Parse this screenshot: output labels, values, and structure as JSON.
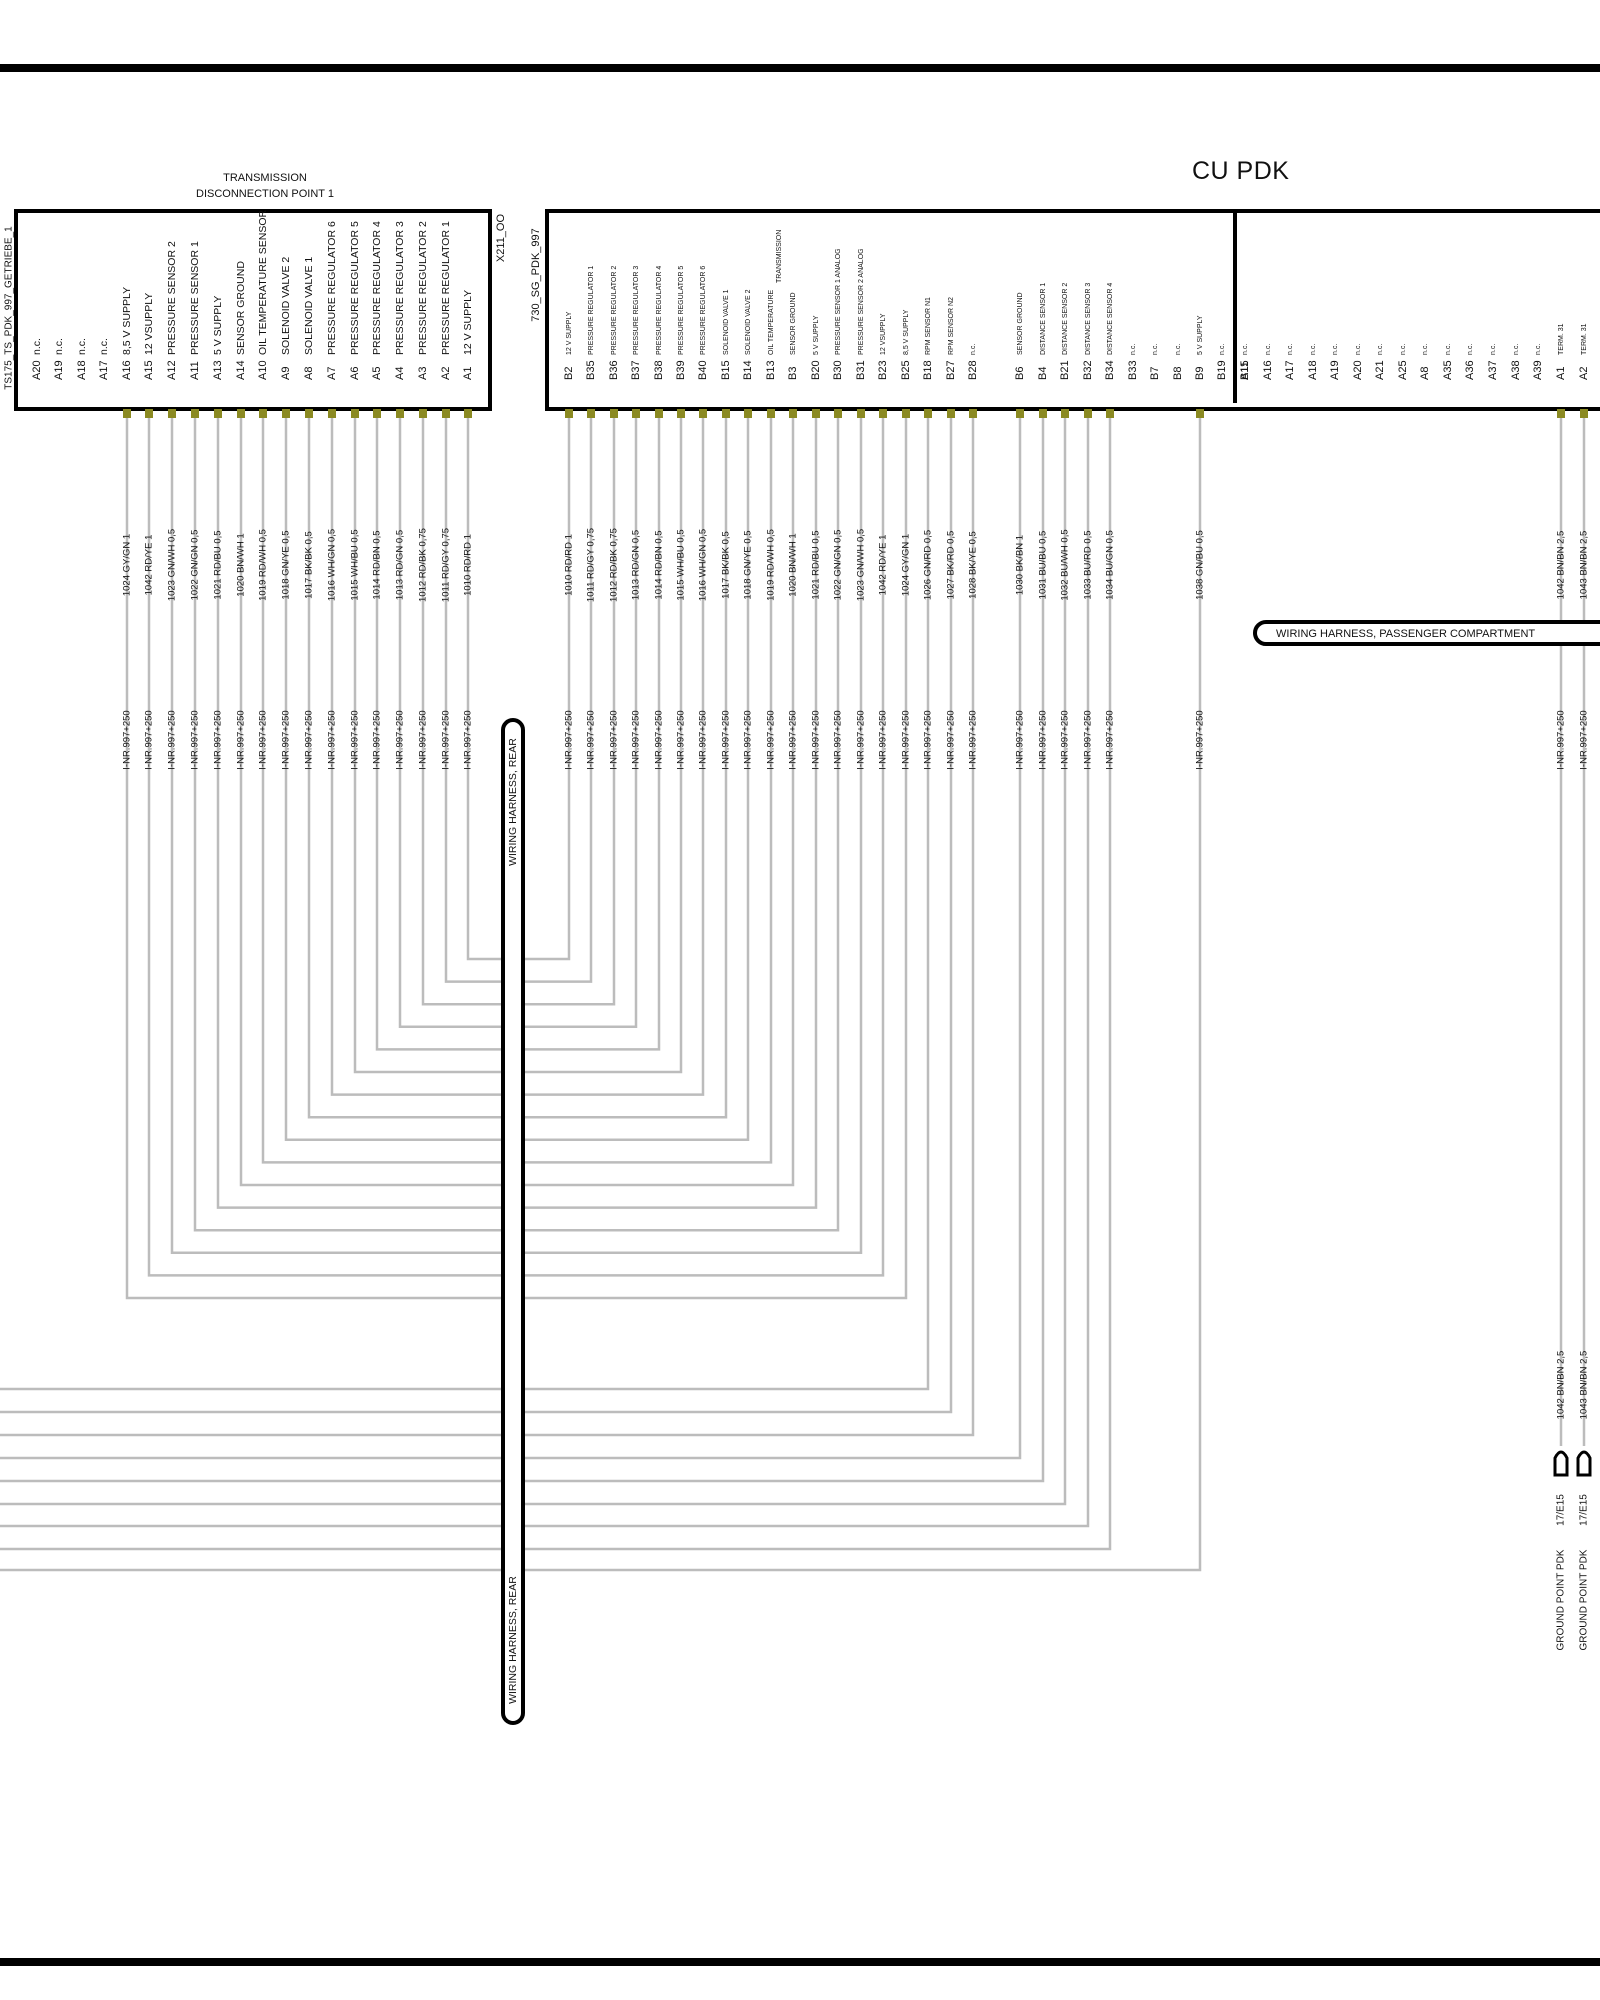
{
  "connector_left": {
    "header_line1": "TRANSMISSION",
    "header_line2": "DISCONNECTION POINT 1",
    "side_label": "TS175_TS_PDK_997_GETRIEBE_1",
    "right_label": "X211_OO",
    "pins": [
      {
        "pin": "A20",
        "function": "n.c.",
        "wire": "",
        "code": ""
      },
      {
        "pin": "A19",
        "function": "n.c.",
        "wire": "",
        "code": ""
      },
      {
        "pin": "A18",
        "function": "n.c.",
        "wire": "",
        "code": ""
      },
      {
        "pin": "A17",
        "function": "n.c.",
        "wire": "",
        "code": ""
      },
      {
        "pin": "A16",
        "function": "8,5 V SUPPLY",
        "wire": "1024 GY/GN 1",
        "code": "I-NR.997+250"
      },
      {
        "pin": "A15",
        "function": "12 VSUPPLY",
        "wire": "1042 RD/YE 1",
        "code": "I-NR.997+250"
      },
      {
        "pin": "A12",
        "function": "PRESSURE SENSOR 2",
        "wire": "1023 GN/WH 0,5",
        "code": "I-NR.997+250"
      },
      {
        "pin": "A11",
        "function": "PRESSURE SENSOR 1",
        "wire": "1022 GN/GN 0,5",
        "code": "I-NR.997+250"
      },
      {
        "pin": "A13",
        "function": "5 V SUPPLY",
        "wire": "1021 RD/BU 0,5",
        "code": "I-NR.997+250"
      },
      {
        "pin": "A14",
        "function": "SENSOR GROUND",
        "wire": "1020 BN/WH 1",
        "code": "I-NR.997+250"
      },
      {
        "pin": "A10",
        "function": "OIL TEMPERATURE SENSOR",
        "wire": "1019 RD/WH 0,5",
        "code": "I-NR.997+250"
      },
      {
        "pin": "A9",
        "function": "SOLENOID VALVE 2",
        "wire": "1018 GN/YE 0,5",
        "code": "I-NR.997+250"
      },
      {
        "pin": "A8",
        "function": "SOLENOID VALVE 1",
        "wire": "1017 BK/BK 0,5",
        "code": "I-NR.997+250"
      },
      {
        "pin": "A7",
        "function": "PRESSURE REGULATOR 6",
        "wire": "1016 WH/GN 0,5",
        "code": "I-NR.997+250"
      },
      {
        "pin": "A6",
        "function": "PRESSURE REGULATOR 5",
        "wire": "1015 WH/BU 0,5",
        "code": "I-NR.997+250"
      },
      {
        "pin": "A5",
        "function": "PRESSURE REGULATOR 4",
        "wire": "1014 RD/BN 0,5",
        "code": "I-NR.997+250"
      },
      {
        "pin": "A4",
        "function": "PRESSURE REGULATOR 3",
        "wire": "1013 RD/GN 0,5",
        "code": "I-NR.997+250"
      },
      {
        "pin": "A3",
        "function": "PRESSURE REGULATOR 2",
        "wire": "1012 RD/BK 0,75",
        "code": "I-NR.997+250"
      },
      {
        "pin": "A2",
        "function": "PRESSURE REGULATOR 1",
        "wire": "1011 RD/GY 0,75",
        "code": "I-NR.997+250"
      },
      {
        "pin": "A1",
        "function": "12 V SUPPLY",
        "wire": "1010 RD/RD 1",
        "code": "I-NR.997+250"
      }
    ]
  },
  "harness_rear": {
    "label_top": "WIRING HARNESS, REAR",
    "label_bottom": "WIRING HARNESS, REAR"
  },
  "cu_pdk": {
    "title": "CU PDK",
    "side_label": "730_SG_PDK_997",
    "pins_b": [
      {
        "pin": "B2",
        "function": "12 V SUPPLY",
        "wire": "1010 RD/RD 1",
        "code": "I-NR.997+250"
      },
      {
        "pin": "B35",
        "function": "PRESSURE REGULATOR 1",
        "wire": "1011 RD/GY 0,75",
        "code": "I-NR.997+250"
      },
      {
        "pin": "B36",
        "function": "PRESSURE REGULATOR 2",
        "wire": "1012 RD/BK 0,75",
        "code": "I-NR.997+250"
      },
      {
        "pin": "B37",
        "function": "PRESSURE REGULATOR 3",
        "wire": "1013 RD/GN 0,5",
        "code": "I-NR.997+250"
      },
      {
        "pin": "B38",
        "function": "PRESSURE REGULATOR 4",
        "wire": "1014 RD/BN 0,5",
        "code": "I-NR.997+250"
      },
      {
        "pin": "B39",
        "function": "PRESSURE REGULATOR 5",
        "wire": "1015 WH/BU 0,5",
        "code": "I-NR.997+250"
      },
      {
        "pin": "B40",
        "function": "PRESSURE REGULATOR 6",
        "wire": "1016 WH/GN 0,5",
        "code": "I-NR.997+250"
      },
      {
        "pin": "B15",
        "function": "SOLENOID VALVE 1",
        "wire": "1017 BK/BK 0,5",
        "code": "I-NR.997+250"
      },
      {
        "pin": "B14",
        "function": "SOLENOID VALVE 2",
        "wire": "1018 GN/YE 0,5",
        "code": "I-NR.997+250"
      },
      {
        "pin": "B13",
        "function": "OIL TEMPERATURE",
        "function2": "TRANSMISSION",
        "wire": "1019 RD/WH 0,5",
        "code": "I-NR.997+250"
      },
      {
        "pin": "B3",
        "function": "SENSOR GROUND",
        "wire": "1020 BN/WH 1",
        "code": "I-NR.997+250"
      },
      {
        "pin": "B20",
        "function": "5 V SUPPLY",
        "wire": "1021 RD/BU 0,5",
        "code": "I-NR.997+250"
      },
      {
        "pin": "B30",
        "function": "PRESSURE SENSOR 1 ANALOG",
        "wire": "1022 GN/GN 0,5",
        "code": "I-NR.997+250"
      },
      {
        "pin": "B31",
        "function": "PRESSURE SENSOR 2 ANALOG",
        "wire": "1023 GN/WH 0,5",
        "code": "I-NR.997+250"
      },
      {
        "pin": "B23",
        "function": "12 VSUPPLY",
        "wire": "1042 RD/YE 1",
        "code": "I-NR.997+250"
      },
      {
        "pin": "B25",
        "function": "8,5 V SUPPLY",
        "wire": "1024 GY/GN 1",
        "code": "I-NR.997+250"
      },
      {
        "pin": "B18",
        "function": "RPM SENSOR N1",
        "wire": "1026 GN/RD 0,5",
        "code": "I-NR.997+250"
      },
      {
        "pin": "B27",
        "function": "RPM SENSOR N2",
        "wire": "1027 BK/RD 0,5",
        "code": "I-NR.997+250"
      },
      {
        "pin": "B28",
        "function": "n.c.",
        "wire": "1028 BK/YE 0,5",
        "code": "I-NR.997+250"
      },
      {
        "pin": "B6",
        "function": "SENSOR GROUND",
        "wire": "1030 BK/BN 1",
        "code": "I-NR.997+250"
      },
      {
        "pin": "B4",
        "function": "DISTANCE SENSOR 1",
        "wire": "1031 BU/BU 0,5",
        "code": "I-NR.997+250"
      },
      {
        "pin": "B21",
        "function": "DISTANCE SENSOR 2",
        "wire": "1032 BU/WH 0,5",
        "code": "I-NR.997+250"
      },
      {
        "pin": "B32",
        "function": "DISTANCE SENSOR 3",
        "wire": "1033 BU/RD 0,5",
        "code": "I-NR.997+250"
      },
      {
        "pin": "B34",
        "function": "DISTANCE SENSOR 4",
        "wire": "1034 BU/GN 0,5",
        "code": "I-NR.997+250"
      },
      {
        "pin": "B33",
        "function": "n.c.",
        "wire": "",
        "code": ""
      },
      {
        "pin": "B7",
        "function": "n.c.",
        "wire": "",
        "code": ""
      },
      {
        "pin": "B8",
        "function": "n.c.",
        "wire": "",
        "code": ""
      },
      {
        "pin": "B9",
        "function": "5 V SUPPLY",
        "wire": "1038 GN/BU 0,5",
        "code": "I-NR.997+250"
      },
      {
        "pin": "B19",
        "function": "n.c.",
        "wire": "",
        "code": ""
      },
      {
        "pin": "B11",
        "function": "",
        "wire": "",
        "code": ""
      }
    ],
    "pins_a": [
      {
        "pin": "A15",
        "function": "n.c.",
        "wire": "",
        "code": ""
      },
      {
        "pin": "A16",
        "function": "n.c.",
        "wire": "",
        "code": ""
      },
      {
        "pin": "A17",
        "function": "n.c.",
        "wire": "",
        "code": ""
      },
      {
        "pin": "A18",
        "function": "n.c.",
        "wire": "",
        "code": ""
      },
      {
        "pin": "A19",
        "function": "n.c.",
        "wire": "",
        "code": ""
      },
      {
        "pin": "A20",
        "function": "n.c.",
        "wire": "",
        "code": ""
      },
      {
        "pin": "A21",
        "function": "n.c.",
        "wire": "",
        "code": ""
      },
      {
        "pin": "A25",
        "function": "n.c.",
        "wire": "",
        "code": ""
      },
      {
        "pin": "A8",
        "function": "n.c.",
        "wire": "",
        "code": ""
      },
      {
        "pin": "A35",
        "function": "n.c.",
        "wire": "",
        "code": ""
      },
      {
        "pin": "A36",
        "function": "n.c.",
        "wire": "",
        "code": ""
      },
      {
        "pin": "A37",
        "function": "n.c.",
        "wire": "",
        "code": ""
      },
      {
        "pin": "A38",
        "function": "n.c.",
        "wire": "",
        "code": ""
      },
      {
        "pin": "A39",
        "function": "n.c.",
        "wire": "",
        "code": ""
      },
      {
        "pin": "A1",
        "function": "TERM. 31",
        "wire": "1042 BN/BN 2,5",
        "code": "I-NR.997+250"
      },
      {
        "pin": "A2",
        "function": "TERM. 31",
        "wire": "1043 BN/BN 2,5",
        "code": "I-NR.997+250"
      }
    ]
  },
  "harness_passenger": {
    "label": "WIRING HARNESS, PASSENGER COMPARTMENT"
  },
  "ground_points": [
    {
      "wire": "1042 BN/BN 2,5",
      "ref": "17/E15",
      "label": "GROUND POINT PDK"
    },
    {
      "wire": "1043 BN/BN 2,5",
      "ref": "17/E15",
      "label": "GROUND POINT PDK"
    }
  ],
  "colors": {
    "wire": "#bcbcbc",
    "pin": "#8b8a22",
    "frame": "#000000"
  }
}
